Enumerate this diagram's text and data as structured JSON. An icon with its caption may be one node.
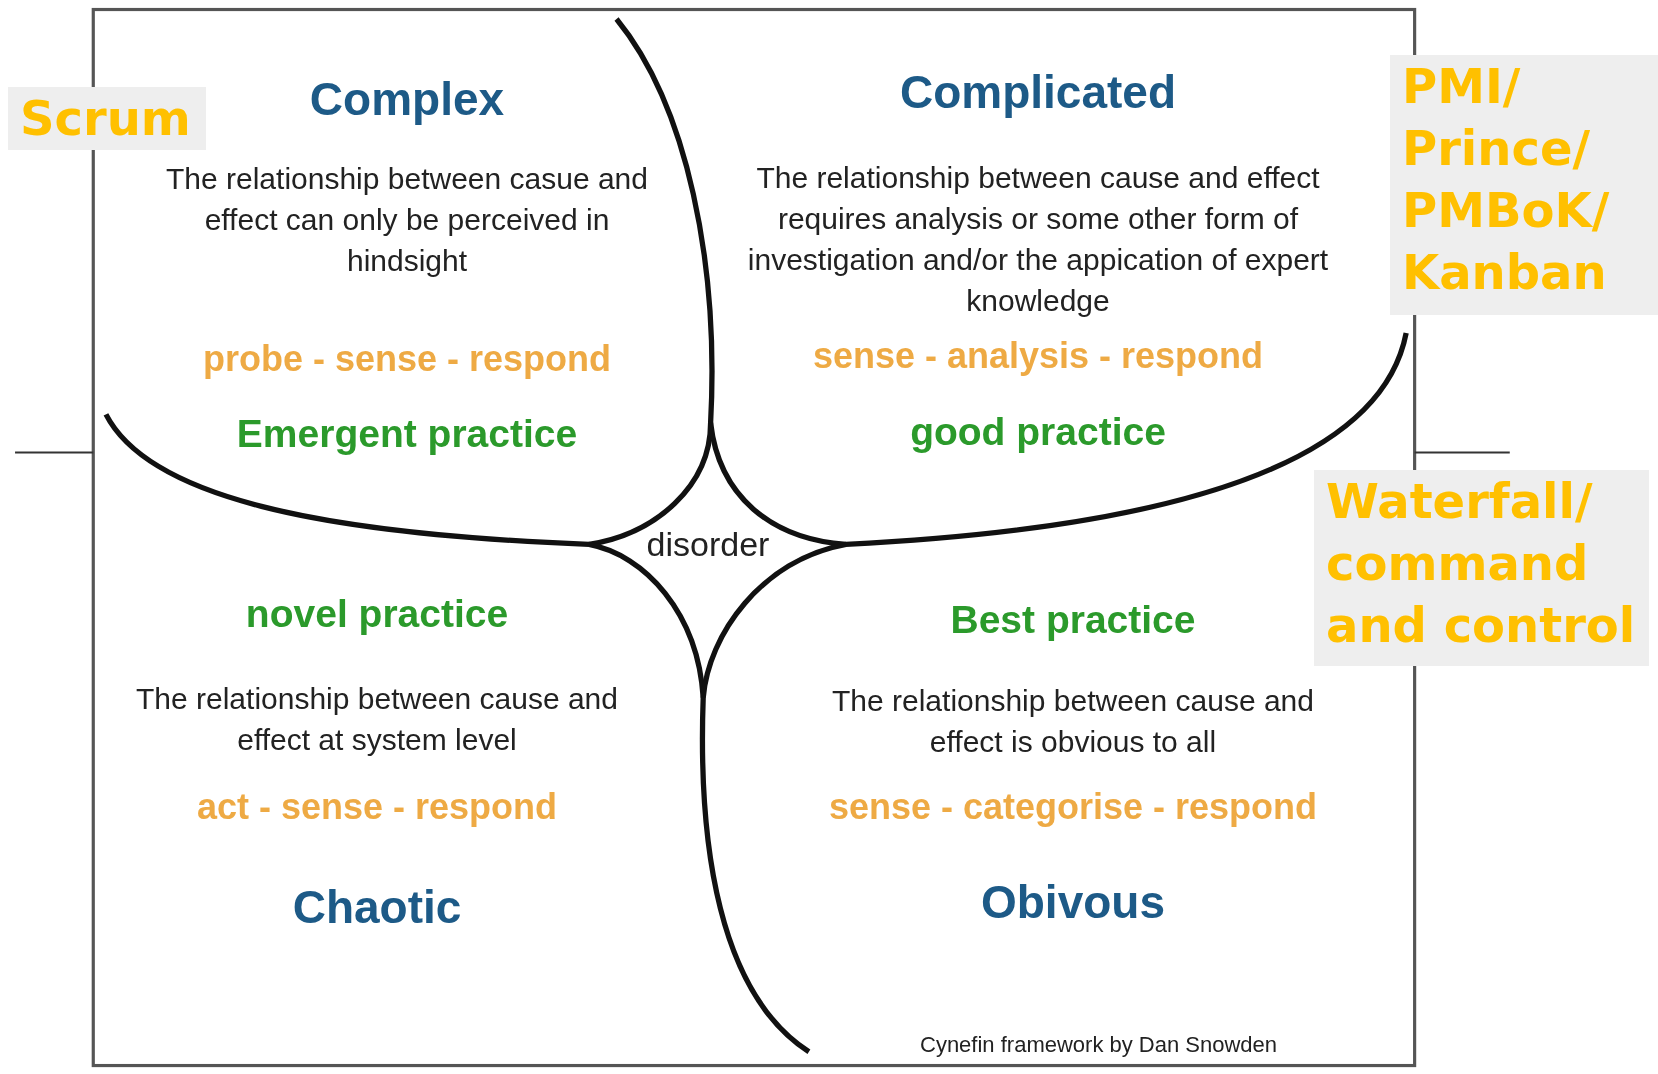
{
  "diagram": {
    "caption": "Cynefin framework by Dan Snowden",
    "nodes": [
      {
        "text": [
          "Complex",
          "The relationship between casue and effect can only be perceived in hindsight",
          "probe - sense - respond",
          "Emergent practice"
        ]
      },
      {
        "text": [
          "Complicated",
          "The relationship between cause and effect requires analysis or some other form of investigation and/or the appication of expert knowledge",
          "sense - analysis -  respond",
          "good practice"
        ]
      },
      {
        "text": [
          "novel practice",
          "The relationship between cause and effect at system level",
          "act - sense - respond",
          "Chaotic"
        ]
      },
      {
        "text": [
          "Best practice",
          "The relationship between cause and effect is obvious to all",
          "sense - categorise -  respond",
          "Obivous"
        ]
      },
      {
        "text": [
          "disorder"
        ]
      },
      {
        "text": [
          "Scrum"
        ]
      },
      {
        "text": [
          "PMI/ Prince/ PMBoK/ Kanban"
        ]
      },
      {
        "text": [
          "Waterfall/ command and control"
        ]
      }
    ],
    "edges": []
  }
}
